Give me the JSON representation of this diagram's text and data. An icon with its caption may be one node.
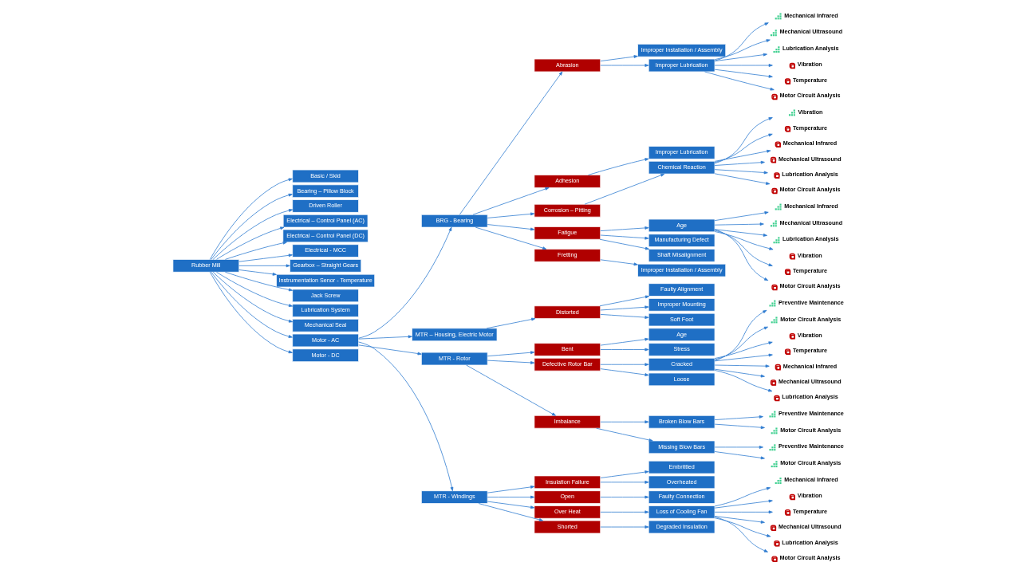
{
  "diagram": {
    "nodes": [
      {
        "text": [
          "Rubber Mill"
        ]
      },
      {
        "text": [
          "Basic / Skid"
        ]
      },
      {
        "text": [
          "Bearing – Pillow Block"
        ]
      },
      {
        "text": [
          "Driven Roller"
        ]
      },
      {
        "text": [
          "Electrical – Control Panel (AC)"
        ]
      },
      {
        "text": [
          "Electrical – Control Panel (DC)"
        ]
      },
      {
        "text": [
          "Electrical - MCC"
        ]
      },
      {
        "text": [
          "Gearbox – Straight Gears"
        ]
      },
      {
        "text": [
          "Instrumentation Senor - Temperature"
        ]
      },
      {
        "text": [
          "Jack Screw"
        ]
      },
      {
        "text": [
          "Lubrication System"
        ]
      },
      {
        "text": [
          "Mechanical Seal"
        ]
      },
      {
        "text": [
          "Motor - AC"
        ]
      },
      {
        "text": [
          "Motor - DC"
        ]
      },
      {
        "text": [
          "BRG - Bearing"
        ]
      },
      {
        "text": [
          "MTR – Housing, Electric Motor"
        ]
      },
      {
        "text": [
          "MTR - Rotor"
        ]
      },
      {
        "text": [
          "MTR - Windings"
        ]
      },
      {
        "text": [
          "Abrasion"
        ]
      },
      {
        "text": [
          "Adhesion"
        ]
      },
      {
        "text": [
          "Corrosion – Pitting"
        ]
      },
      {
        "text": [
          "Fatigue"
        ]
      },
      {
        "text": [
          "Fretting"
        ]
      },
      {
        "text": [
          "Distorted"
        ]
      },
      {
        "text": [
          "Bent"
        ]
      },
      {
        "text": [
          "Defective Rotor Bar"
        ]
      },
      {
        "text": [
          "Imbalance"
        ]
      },
      {
        "text": [
          "Insulation Failure"
        ]
      },
      {
        "text": [
          "Open"
        ]
      },
      {
        "text": [
          "Over Heat"
        ]
      },
      {
        "text": [
          "Shorted"
        ]
      },
      {
        "text": [
          "Improper Installation / Assembly"
        ]
      },
      {
        "text": [
          "Improper Lubrication"
        ]
      },
      {
        "text": [
          "Improper Lubrication"
        ]
      },
      {
        "text": [
          "Chemical Reaction"
        ]
      },
      {
        "text": [
          "Age"
        ]
      },
      {
        "text": [
          "Manufacturing Defect"
        ]
      },
      {
        "text": [
          "Shaft Misalignment"
        ]
      },
      {
        "text": [
          "Improper Installation / Assembly"
        ]
      },
      {
        "text": [
          "Faulty Alignment"
        ]
      },
      {
        "text": [
          "Improper Mounting"
        ]
      },
      {
        "text": [
          "Soft Foot"
        ]
      },
      {
        "text": [
          "Age"
        ]
      },
      {
        "text": [
          "Stress"
        ]
      },
      {
        "text": [
          "Cracked"
        ]
      },
      {
        "text": [
          "Loose"
        ]
      },
      {
        "text": [
          "Broken Blow Bars"
        ]
      },
      {
        "text": [
          "Missing Blow Bars"
        ]
      },
      {
        "text": [
          "Embrittled"
        ]
      },
      {
        "text": [
          "Overheated"
        ]
      },
      {
        "text": [
          "Faulty Connection"
        ]
      },
      {
        "text": [
          "Loss of Cooling Fan"
        ]
      },
      {
        "text": [
          "Degraded Insulation"
        ]
      },
      {
        "text": [],
        "shape": "picture",
        "beside": [
          "Mechanical Infrared"
        ]
      },
      {
        "text": [],
        "shape": "picture",
        "beside": [
          "Mechanical Ultrasound"
        ]
      },
      {
        "text": [],
        "shape": "picture",
        "beside": [
          "Lubrication Analysis"
        ]
      },
      {
        "text": [],
        "shape": "circle",
        "beside": [
          "Vibration"
        ]
      },
      {
        "text": [],
        "shape": "circle",
        "beside": [
          "Temperature"
        ]
      },
      {
        "text": [],
        "shape": "circle",
        "beside": [
          "Motor Circuit Analysis"
        ]
      },
      {
        "text": [],
        "shape": "picture",
        "beside": [
          "Vibration"
        ]
      },
      {
        "text": [],
        "shape": "circle",
        "beside": [
          "Temperature"
        ]
      },
      {
        "text": [],
        "shape": "circle",
        "beside": [
          "Mechanical Infrared"
        ]
      },
      {
        "text": [],
        "shape": "circle",
        "beside": [
          "Mechanical Ultrasound"
        ]
      },
      {
        "text": [],
        "shape": "circle",
        "beside": [
          "Lubrication Analysis"
        ]
      },
      {
        "text": [],
        "shape": "circle",
        "beside": [
          "Motor Circuit Analysis"
        ]
      },
      {
        "text": [],
        "shape": "picture",
        "beside": [
          "Mechanical Infrared"
        ]
      },
      {
        "text": [],
        "shape": "picture",
        "beside": [
          "Mechanical Ultrasound"
        ]
      },
      {
        "text": [],
        "shape": "picture",
        "beside": [
          "Lubrication Analysis"
        ]
      },
      {
        "text": [],
        "shape": "circle",
        "beside": [
          "Vibration"
        ]
      },
      {
        "text": [],
        "shape": "circle",
        "beside": [
          "Temperature"
        ]
      },
      {
        "text": [],
        "shape": "circle",
        "beside": [
          "Motor Circuit Analysis"
        ]
      },
      {
        "text": [],
        "shape": "picture",
        "beside": [
          "Preventive Maintenance"
        ]
      },
      {
        "text": [],
        "shape": "picture",
        "beside": [
          "Motor Circuit Analysis"
        ]
      },
      {
        "text": [],
        "shape": "circle",
        "beside": [
          "Vibration"
        ]
      },
      {
        "text": [],
        "shape": "circle",
        "beside": [
          "Temperature"
        ]
      },
      {
        "text": [],
        "shape": "circle",
        "beside": [
          "Mechanical Infrared"
        ]
      },
      {
        "text": [],
        "shape": "circle",
        "beside": [
          "Mechanical Ultrasound"
        ]
      },
      {
        "text": [],
        "shape": "circle",
        "beside": [
          "Lubrication Analysis"
        ]
      },
      {
        "text": [],
        "shape": "picture",
        "beside": [
          "Preventive Maintenance"
        ]
      },
      {
        "text": [],
        "shape": "picture",
        "beside": [
          "Motor Circuit Analysis"
        ]
      },
      {
        "text": [],
        "shape": "picture",
        "beside": [
          "Preventive Maintenance"
        ]
      },
      {
        "text": [],
        "shape": "picture",
        "beside": [
          "Motor Circuit Analysis"
        ]
      },
      {
        "text": [],
        "shape": "picture",
        "beside": [
          "Mechanical Infrared"
        ]
      },
      {
        "text": [],
        "shape": "circle",
        "beside": [
          "Vibration"
        ]
      },
      {
        "text": [],
        "shape": "circle",
        "beside": [
          "Temperature"
        ]
      },
      {
        "text": [],
        "shape": "circle",
        "beside": [
          "Mechanical Ultrasound"
        ]
      },
      {
        "text": [],
        "shape": "circle",
        "beside": [
          "Lubrication Analysis"
        ]
      },
      {
        "text": [],
        "shape": "circle",
        "beside": [
          "Motor Circuit Analysis"
        ]
      }
    ],
    "edges": [
      {
        "from": 0,
        "to": 1,
        "arrow": "to"
      },
      {
        "from": 0,
        "to": 2,
        "arrow": "to"
      },
      {
        "from": 0,
        "to": 3,
        "arrow": "to"
      },
      {
        "from": 0,
        "to": 4,
        "arrow": "to"
      },
      {
        "from": 0,
        "to": 5,
        "arrow": "to"
      },
      {
        "from": 0,
        "to": 6,
        "arrow": "to"
      },
      {
        "from": 0,
        "to": 7,
        "arrow": "to"
      },
      {
        "from": 0,
        "to": 8,
        "arrow": "to"
      },
      {
        "from": 0,
        "to": 9,
        "arrow": "to"
      },
      {
        "from": 0,
        "to": 10,
        "arrow": "to"
      },
      {
        "from": 0,
        "to": 11,
        "arrow": "to"
      },
      {
        "from": 0,
        "to": 12,
        "arrow": "to"
      },
      {
        "from": 0,
        "to": 13,
        "arrow": "to"
      },
      {
        "from": 12,
        "to": 14,
        "arrow": "to"
      },
      {
        "from": 12,
        "to": 15,
        "arrow": "to"
      },
      {
        "from": 12,
        "to": 16,
        "arrow": "to"
      },
      {
        "from": 12,
        "to": 17,
        "arrow": "to"
      },
      {
        "from": 14,
        "to": 18,
        "arrow": "to"
      },
      {
        "from": 14,
        "to": 19,
        "arrow": "to"
      },
      {
        "from": 14,
        "to": 20,
        "arrow": "to"
      },
      {
        "from": 14,
        "to": 21,
        "arrow": "to"
      },
      {
        "from": 14,
        "to": 22,
        "arrow": "to"
      },
      {
        "from": 15,
        "to": 23,
        "arrow": "to"
      },
      {
        "from": 16,
        "to": 24,
        "arrow": "to"
      },
      {
        "from": 16,
        "to": 25,
        "arrow": "to"
      },
      {
        "from": 16,
        "to": 26,
        "arrow": "to"
      },
      {
        "from": 17,
        "to": 27,
        "arrow": "to"
      },
      {
        "from": 17,
        "to": 28,
        "arrow": "to"
      },
      {
        "from": 17,
        "to": 29,
        "arrow": "to"
      },
      {
        "from": 17,
        "to": 30,
        "arrow": "to"
      },
      {
        "from": 18,
        "to": 31,
        "arrow": "to"
      },
      {
        "from": 19,
        "to": 32,
        "arrow": "to"
      },
      {
        "from": 18,
        "to": 33,
        "arrow": "to"
      },
      {
        "from": 20,
        "to": 34,
        "arrow": "to"
      },
      {
        "from": 21,
        "to": 35,
        "arrow": "to"
      },
      {
        "from": 21,
        "to": 36,
        "arrow": "to"
      },
      {
        "from": 21,
        "to": 37,
        "arrow": "to"
      },
      {
        "from": 22,
        "to": 38,
        "arrow": "to"
      },
      {
        "from": 23,
        "to": 39,
        "arrow": "to"
      },
      {
        "from": 23,
        "to": 40,
        "arrow": "to"
      },
      {
        "from": 23,
        "to": 41,
        "arrow": "to"
      },
      {
        "from": 24,
        "to": 42,
        "arrow": "to"
      },
      {
        "from": 24,
        "to": 43,
        "arrow": "to"
      },
      {
        "from": 25,
        "to": 44,
        "arrow": "to"
      },
      {
        "from": 25,
        "to": 45,
        "arrow": "to"
      },
      {
        "from": 26,
        "to": 46,
        "arrow": "to"
      },
      {
        "from": 26,
        "to": 47,
        "arrow": "to"
      },
      {
        "from": 27,
        "to": 48,
        "arrow": "to"
      },
      {
        "from": 27,
        "to": 49,
        "arrow": "to"
      },
      {
        "from": 28,
        "to": 50,
        "arrow": "to"
      },
      {
        "from": 29,
        "to": 51,
        "arrow": "to"
      },
      {
        "from": 30,
        "to": 52,
        "arrow": "to"
      },
      {
        "from": 33,
        "to": 53,
        "arrow": "to"
      },
      {
        "from": 33,
        "to": 54,
        "arrow": "to"
      },
      {
        "from": 33,
        "to": 55,
        "arrow": "to"
      },
      {
        "from": 33,
        "to": 56,
        "arrow": "to"
      },
      {
        "from": 33,
        "to": 57,
        "arrow": "to"
      },
      {
        "from": 33,
        "to": 58,
        "arrow": "to"
      },
      {
        "from": 34,
        "to": 59,
        "arrow": "to"
      },
      {
        "from": 34,
        "to": 60,
        "arrow": "to"
      },
      {
        "from": 34,
        "to": 61,
        "arrow": "to"
      },
      {
        "from": 34,
        "to": 62,
        "arrow": "to"
      },
      {
        "from": 34,
        "to": 63,
        "arrow": "to"
      },
      {
        "from": 34,
        "to": 64,
        "arrow": "to"
      },
      {
        "from": 35,
        "to": 65,
        "arrow": "to"
      },
      {
        "from": 35,
        "to": 66,
        "arrow": "to"
      },
      {
        "from": 35,
        "to": 67,
        "arrow": "to"
      },
      {
        "from": 35,
        "to": 68,
        "arrow": "to"
      },
      {
        "from": 35,
        "to": 69,
        "arrow": "to"
      },
      {
        "from": 35,
        "to": 70,
        "arrow": "to"
      },
      {
        "from": 44,
        "to": 71,
        "arrow": "to"
      },
      {
        "from": 44,
        "to": 72,
        "arrow": "to"
      },
      {
        "from": 44,
        "to": 73,
        "arrow": "to"
      },
      {
        "from": 44,
        "to": 74,
        "arrow": "to"
      },
      {
        "from": 44,
        "to": 75,
        "arrow": "to"
      },
      {
        "from": 44,
        "to": 76,
        "arrow": "to"
      },
      {
        "from": 44,
        "to": 77,
        "arrow": "to"
      },
      {
        "from": 46,
        "to": 78,
        "arrow": "to"
      },
      {
        "from": 46,
        "to": 79,
        "arrow": "to"
      },
      {
        "from": 47,
        "to": 80,
        "arrow": "to"
      },
      {
        "from": 47,
        "to": 81,
        "arrow": "to"
      },
      {
        "from": 51,
        "to": 82,
        "arrow": "to"
      },
      {
        "from": 51,
        "to": 83,
        "arrow": "to"
      },
      {
        "from": 51,
        "to": 84,
        "arrow": "to"
      },
      {
        "from": 51,
        "to": 85,
        "arrow": "to"
      },
      {
        "from": 51,
        "to": 86,
        "arrow": "to"
      },
      {
        "from": 51,
        "to": 87,
        "arrow": "to"
      }
    ]
  }
}
